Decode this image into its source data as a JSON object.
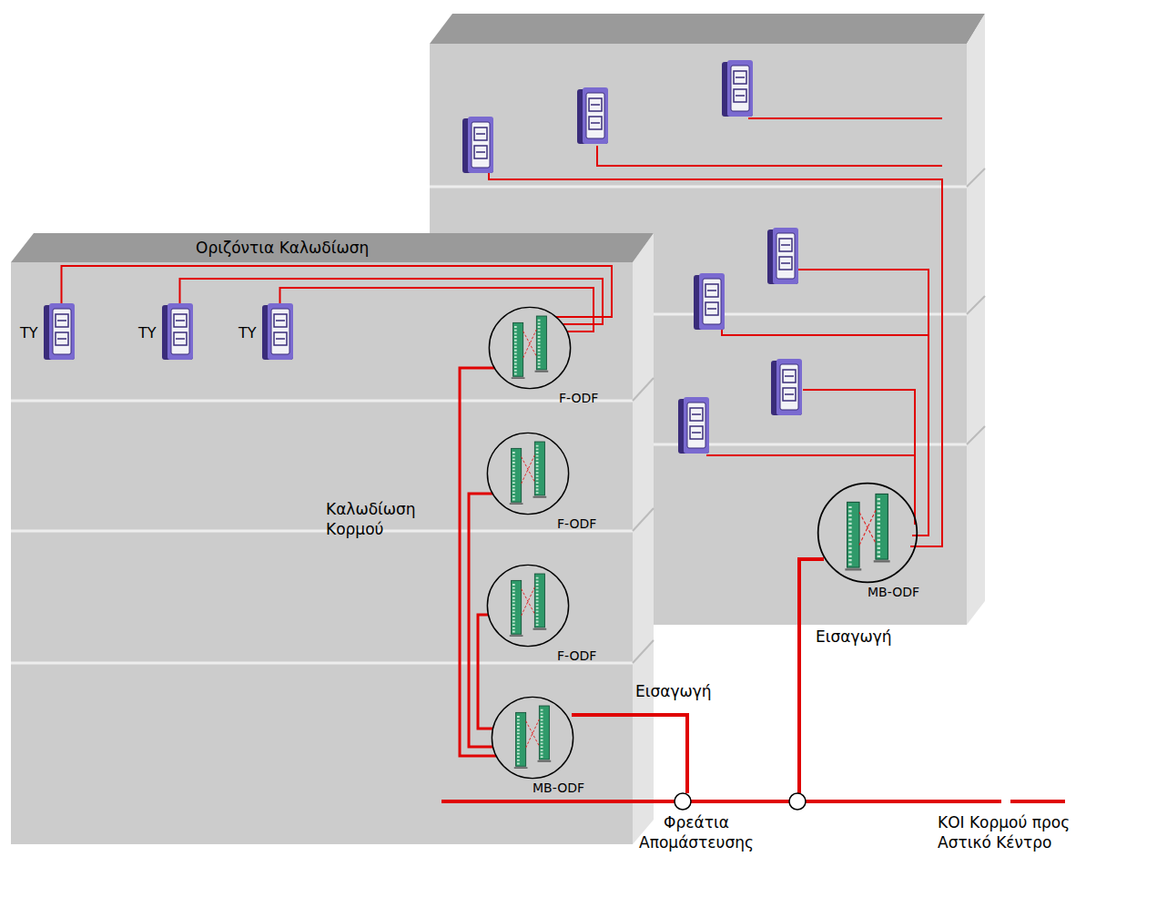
{
  "diagram": {
    "nodes": [
      {
        "text": [
          "TY"
        ]
      },
      {
        "text": [
          "TY"
        ]
      },
      {
        "text": [
          "TY"
        ]
      },
      {
        "text": [
          "F-ODF"
        ]
      },
      {
        "text": [
          "F-ODF"
        ]
      },
      {
        "text": [
          "F-ODF"
        ]
      },
      {
        "text": [
          "MB-ODF"
        ]
      },
      {
        "text": [
          "MB-ODF"
        ]
      }
    ],
    "edges": [
      {
        "from": 0,
        "to": 3,
        "arrow": "none"
      },
      {
        "from": 1,
        "to": 3,
        "arrow": "none"
      },
      {
        "from": 2,
        "to": 3,
        "arrow": "none"
      },
      {
        "from": 3,
        "to": 6,
        "arrow": "none"
      },
      {
        "from": 4,
        "to": 6,
        "arrow": "none"
      },
      {
        "from": 5,
        "to": 6,
        "arrow": "none"
      }
    ],
    "labels": [
      "Οριζόντια Καλωδίωση",
      "Καλωδίωση Κορμού",
      "Εισαγωγή",
      "Εισαγωγή",
      "Φρεάτια Απομάστευσης",
      "ΚΟΙ Κορμού προς Αστικό Κέντρο"
    ]
  }
}
